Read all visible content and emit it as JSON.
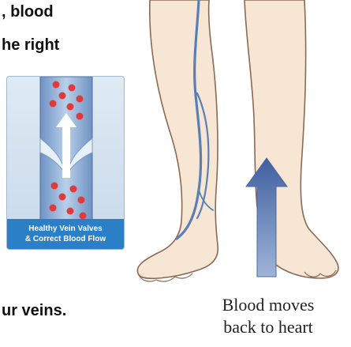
{
  "text": {
    "line1": ", blood",
    "line2": "he right",
    "line3": "ur veins."
  },
  "valve_card": {
    "caption_line1": "Healthy Vein Valves",
    "caption_line2": "& Correct Blood Flow",
    "icon": "vein-valve-illustration-icon"
  },
  "legs": {
    "icon": "legs-with-vein-illustration-icon",
    "arrow_icon": "up-arrow-icon",
    "caption_line1": "Blood moves",
    "caption_line2": "back to heart"
  },
  "colors": {
    "skin": "#f7e6d4",
    "skin_outline": "#8a6a55",
    "vein": "#5a7fb5",
    "arrow": "#4a6aa8",
    "caption_bg": "#2b7fc6",
    "blood_cell": "#e03a3a"
  }
}
